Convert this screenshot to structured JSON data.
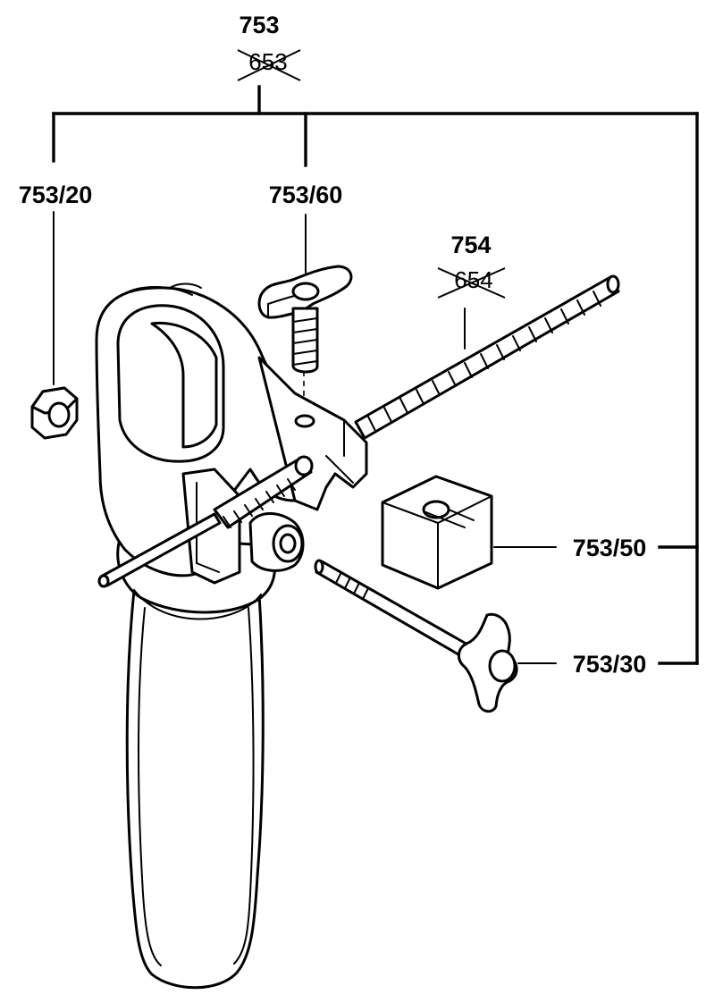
{
  "diagram": {
    "kind": "exploded-parts-view",
    "labels": {
      "assembly_main": "753",
      "assembly_main_old": "653",
      "nut": "753/20",
      "wing_screw": "753/60",
      "depth_rod": "754",
      "depth_rod_old": "654",
      "clamp_block": "753/50",
      "clamp_bolt": "753/30"
    },
    "colors": {
      "line": "#000000",
      "background": "#ffffff"
    },
    "icons": [
      "nut-icon",
      "wing-screw-icon",
      "threaded-rod-icon",
      "clamp-block-icon",
      "t-handle-bolt-icon",
      "auxiliary-handle-icon"
    ]
  }
}
